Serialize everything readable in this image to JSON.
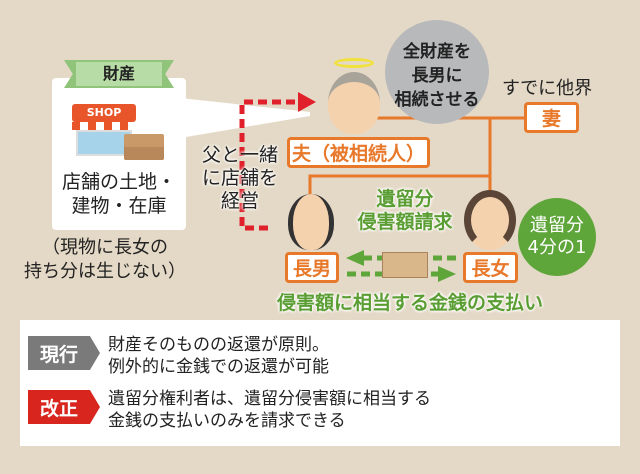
{
  "property": {
    "ribbon": "財産",
    "shop_sign": "SHOP",
    "description_line1": "店舗の土地・",
    "description_line2": "建物・在庫",
    "note_line1": "（現物に長女の",
    "note_line2": "持ち分は生じない）"
  },
  "management_note": {
    "line1": "父と一緒",
    "line2": "に店舗を",
    "line3": "経営"
  },
  "speech_bubble": {
    "line1": "全財産を",
    "line2": "長男に",
    "line3": "相続させる"
  },
  "people": {
    "husband": "夫（被相続人）",
    "wife": "妻",
    "wife_note": "すでに他界",
    "son": "長男",
    "daughter": "長女"
  },
  "claim": {
    "line1": "遺留分",
    "line2": "侵害額請求"
  },
  "share_circle": {
    "line1": "遺留分",
    "line2": "4分の1"
  },
  "payment": "侵害額に相当する金銭の支払い",
  "comparison": [
    {
      "tag": "現行",
      "color": "#7a7a7a",
      "line1": "財産そのものの返還が原則。",
      "line2": "例外的に金銭での返還が可能"
    },
    {
      "tag": "改正",
      "color": "#d8261f",
      "line1": "遺留分権利者は、遺留分侵害額に相当する",
      "line2": "金銭の支払いのみを請求できる"
    }
  ],
  "colors": {
    "background": "#e4d9c6",
    "orange": "#e8782a",
    "green": "#5ea63a",
    "red": "#e0202a"
  }
}
